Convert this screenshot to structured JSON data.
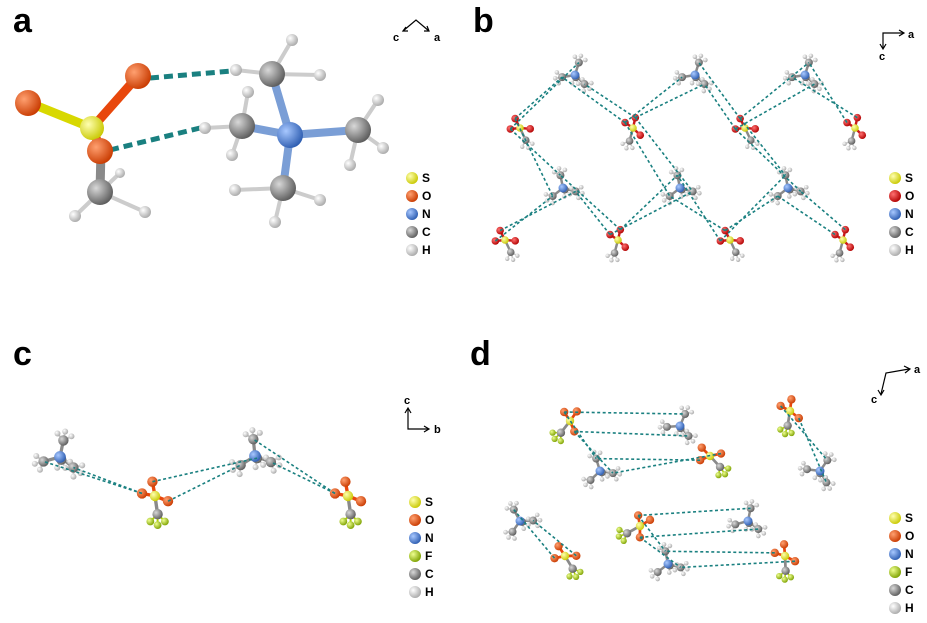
{
  "panels": {
    "a": {
      "label": "a",
      "axes": [
        "c",
        "a"
      ],
      "legend": [
        "S",
        "O",
        "N",
        "C",
        "H"
      ]
    },
    "b": {
      "label": "b",
      "axes": [
        "a",
        "c"
      ],
      "legend": [
        "S",
        "O",
        "N",
        "C",
        "H"
      ]
    },
    "c": {
      "label": "c",
      "axes": [
        "c",
        "b"
      ],
      "legend": [
        "S",
        "O",
        "N",
        "F",
        "C",
        "H"
      ]
    },
    "d": {
      "label": "d",
      "axes": [
        "a",
        "c"
      ],
      "legend": [
        "S",
        "O",
        "N",
        "F",
        "C",
        "H"
      ]
    }
  },
  "colors": {
    "S": "#e6e600",
    "O": "#e8470c",
    "O_b": "#d11414",
    "N": "#4a7fd6",
    "F": "#a8d400",
    "C": "#8a8a8a",
    "H": "#e2e2e2",
    "hbond": "#1a8080"
  }
}
